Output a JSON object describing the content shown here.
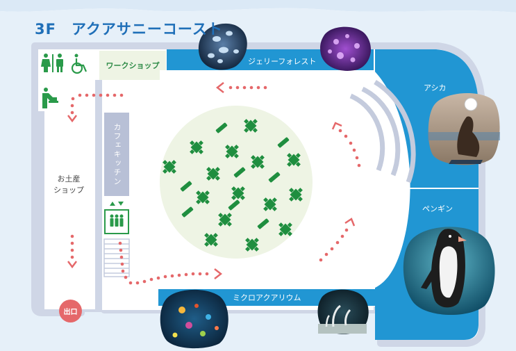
{
  "floor_title": "3F　アクアサニーコースト",
  "areas": {
    "jelly_forest": "ジェリーフォレスト",
    "sea_lion": "アシカ",
    "penguin": "ペンギン",
    "micro_aquarium": "ミクロアクアリウム",
    "workshop": "ワークショップ",
    "cafe_kitchen": "カフェキッチン",
    "souvenir_shop": "お土産\nショップ",
    "exit": "出口"
  },
  "icons": {
    "restroom": "restroom-icon",
    "wheelchair": "wheelchair-icon",
    "baby_changing": "baby-changing-icon",
    "elevator": "elevator-icon"
  },
  "colors": {
    "exhibit_blue": "#2196d3",
    "sky_wave": "#dbe9f6",
    "floor_border": "#cfd6e6",
    "seating_area": "#eef4e4",
    "table_green": "#1f8e3f",
    "route_dots": "#e5686a",
    "cafe_block": "#b8c0d6",
    "exit_red": "#e5686a"
  }
}
